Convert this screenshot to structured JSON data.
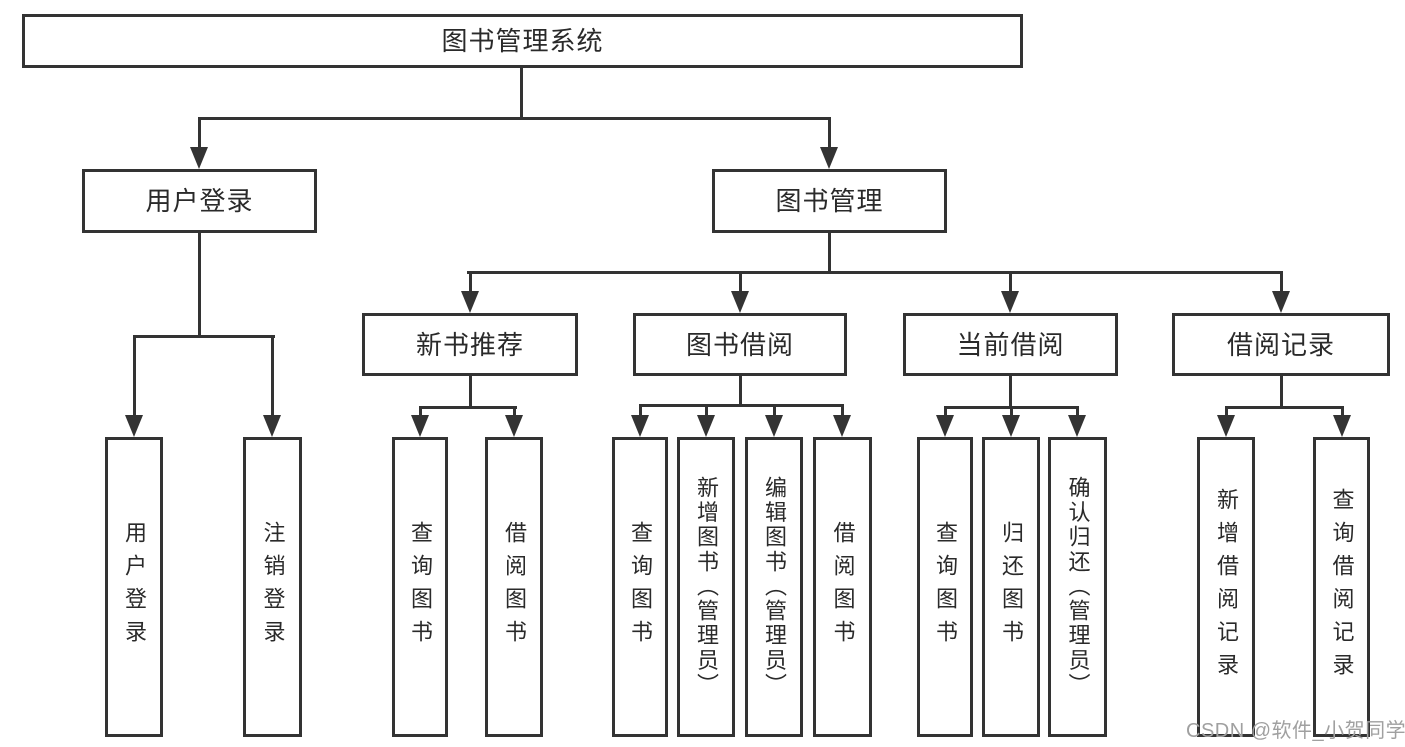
{
  "diagram": {
    "root": {
      "label": "图书管理系统"
    },
    "branches": [
      {
        "label": "用户登录",
        "leaves": [
          "用户登录",
          "注销登录"
        ]
      },
      {
        "label": "图书管理",
        "groups": [
          {
            "label": "新书推荐",
            "leaves": [
              "查询图书",
              "借阅图书"
            ]
          },
          {
            "label": "图书借阅",
            "leaves": [
              "查询图书",
              "新增图书（管理员）",
              "编辑图书（管理员）",
              "借阅图书"
            ]
          },
          {
            "label": "当前借阅",
            "leaves": [
              "查询图书",
              "归还图书",
              "确认归还（管理员）"
            ]
          },
          {
            "label": "借阅记录",
            "leaves": [
              "新增借阅记录",
              "查询借阅记录"
            ]
          }
        ]
      }
    ]
  },
  "watermark": {
    "text": "CSDN @软件_小贺同学",
    "color": "#a0a0a0"
  },
  "colors": {
    "line": "#333333",
    "box_border": "#333333",
    "text": "#2a2a2a",
    "background": "#ffffff"
  }
}
